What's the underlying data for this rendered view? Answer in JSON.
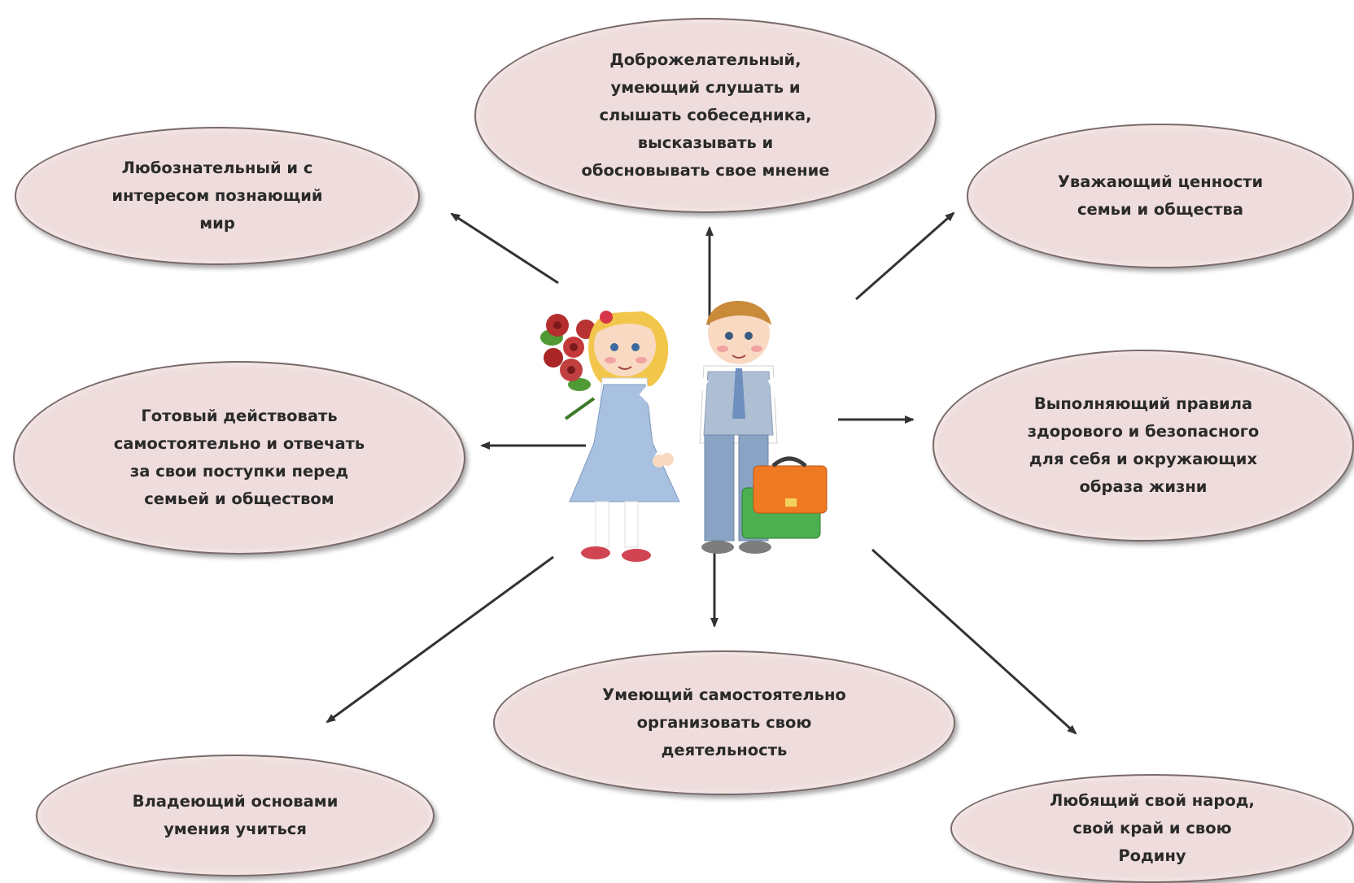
{
  "center": {
    "image": "schoolchildren-girl-with-flowers-boy-with-briefcase-illustration"
  },
  "nodes": [
    {
      "id": "top-left",
      "label": "Любознательный и с\nинтересом познающий\nмир"
    },
    {
      "id": "top",
      "label": "Доброжелательный,\nумеющий слушать и\nслышать собеседника,\nвысказывать и\nобосновывать свое мнение"
    },
    {
      "id": "top-right",
      "label": "Уважающий ценности\nсемьи и общества"
    },
    {
      "id": "mid-left",
      "label": "Готовый действовать\nсамостоятельно и отвечать\nза свои поступки перед\nсемьей и обществом"
    },
    {
      "id": "mid-right",
      "label": "Выполняющий правила\nздорового и безопасного\nдля себя и окружающих\nобраза жизни"
    },
    {
      "id": "bottom",
      "label": "Умеющий самостоятельно\nорганизовать свою\nдеятельность"
    },
    {
      "id": "bottom-left",
      "label": "Владеющий основами\nумения учиться"
    },
    {
      "id": "bottom-right",
      "label": "Любящий свой народ,\nсвой край и свою\nРодину"
    }
  ],
  "colors": {
    "node_fill": "#efdcdc",
    "node_border": "#7a6a6a",
    "arrow": "#333333"
  }
}
